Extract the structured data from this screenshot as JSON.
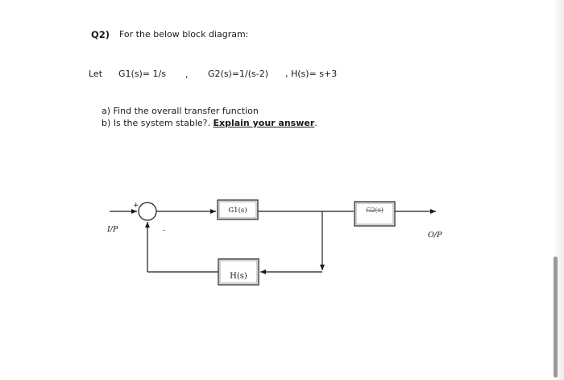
{
  "question": {
    "number": "Q2)",
    "prompt": "For the below block diagram:"
  },
  "given": {
    "let_label": "Let",
    "g1": "G1(s)= 1/s",
    "separator": ",",
    "g2": "G2(s)=1/(s-2)",
    "h": ", H(s)= s+3"
  },
  "parts": {
    "a": "a)  Find the overall transfer function",
    "b_prefix": "b)  Is the system stable?. ",
    "b_emphasis": "Explain your answer",
    "b_suffix": "."
  },
  "diagram": {
    "input_label": "I/P",
    "output_label": "O/P",
    "plus_sign": "+",
    "minus_sign": "-",
    "block_g1": "G1(s)",
    "block_g2": "G2(s)",
    "block_h": "H(s)"
  }
}
